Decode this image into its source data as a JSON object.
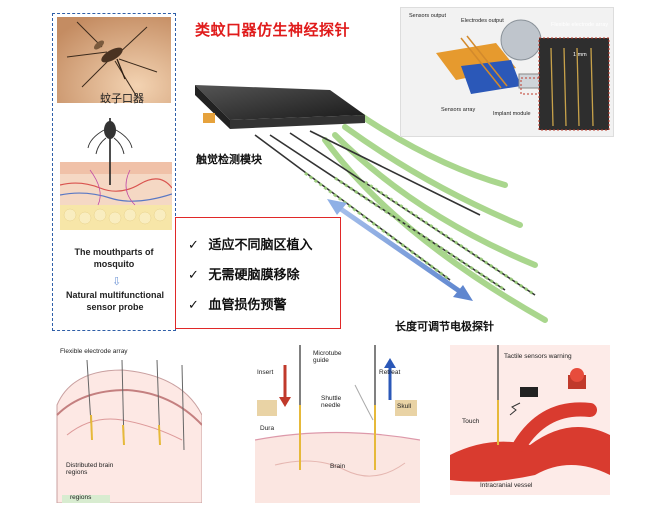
{
  "title": "类蚊口器仿生神经探针",
  "mosquito": {
    "photo_label": "蚊子口器",
    "mouthparts_label": "The mouthparts of mosquito",
    "natural_label": "Natural multifunctional sensor probe"
  },
  "probe": {
    "tactile_label": "触觉检测模块",
    "length_label": "长度可调节电极探针"
  },
  "features": [
    {
      "check": "✓",
      "text": "适应不同脑区植入"
    },
    {
      "check": "✓",
      "text": "无需硬脑膜移除"
    },
    {
      "check": "✓",
      "text": "血管损伤预警"
    }
  ],
  "device_photo": {
    "sensors_output": "Sensors output",
    "electrodes_output": "Electrodes output",
    "flexible_array": "Flexible electrode array",
    "sensors_array": "Sensors array",
    "implant_module": "Implant module",
    "scale": "1 mm"
  },
  "panel1": {
    "top_label": "Flexible electrode array",
    "bottom_label": "Distributed brain regions",
    "partial_label": "regions"
  },
  "panel2": {
    "insert": "Insert",
    "microtube_guide": "Microtube guide",
    "retreat": "Retreat",
    "shuttle_needle": "Shuttle needle",
    "skull": "Skull",
    "dura": "Dura",
    "brain": "Brain"
  },
  "panel3": {
    "warning": "Tactile sensors warning",
    "touch": "Touch",
    "vessel": "Intracranial vessel"
  },
  "colors": {
    "title_red": "#e01b1b",
    "dashed_blue": "#2f5fa8",
    "probe_green": "#9bcf7a",
    "arrow_blue": "#6f95d6"
  }
}
